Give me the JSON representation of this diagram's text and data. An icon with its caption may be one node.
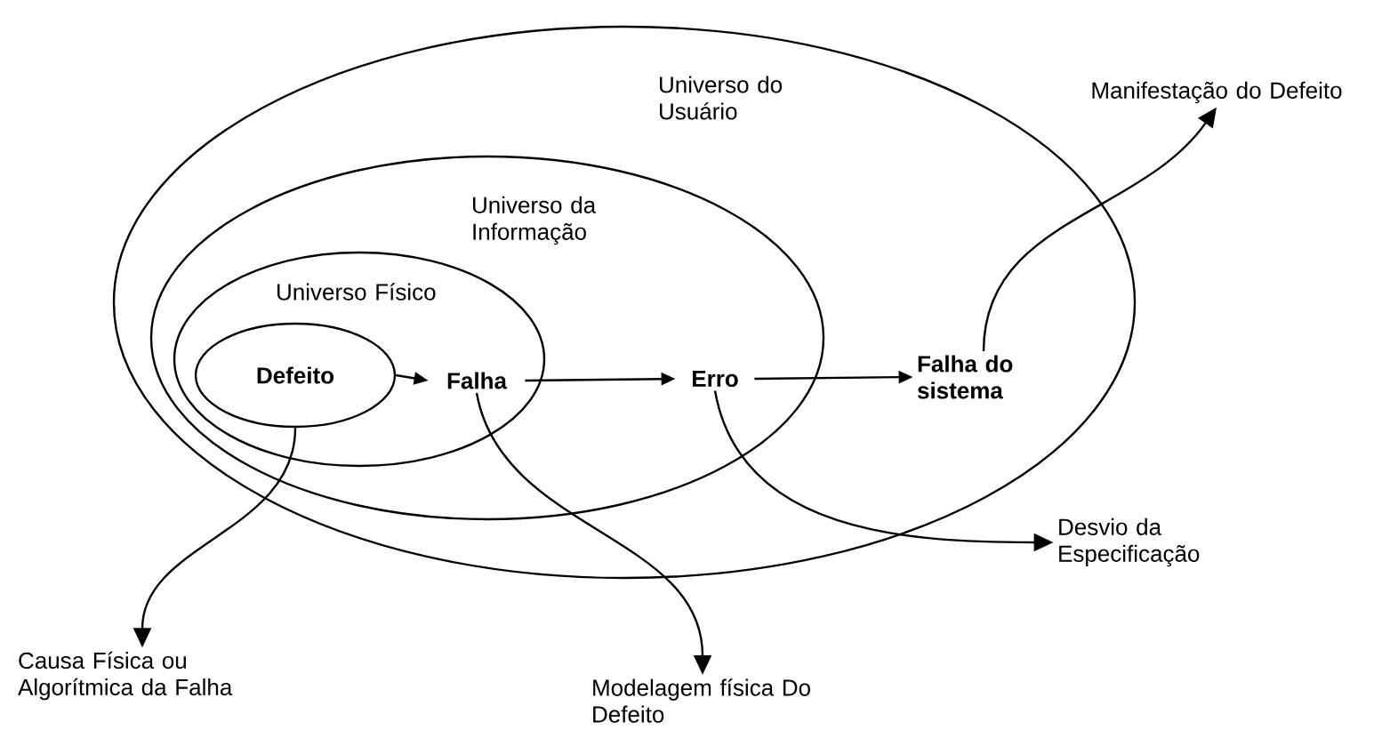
{
  "diagram": {
    "nodes": [
      {
        "text": [
          "Universo do Usuário"
        ]
      },
      {
        "text": [
          "Universo da Informação"
        ],
        "in": 0
      },
      {
        "text": [
          "Universo Físico"
        ],
        "in": 1
      },
      {
        "text": [
          "Defeito"
        ],
        "in": 2
      },
      {
        "text": [
          "Falha"
        ],
        "in": 2
      },
      {
        "text": [
          "Erro"
        ],
        "in": 1
      },
      {
        "text": [
          "Falha do sistema"
        ],
        "in": 0
      },
      {
        "text": [
          "Manifestação do Defeito"
        ]
      },
      {
        "text": [
          "Desvio da Especificação"
        ]
      },
      {
        "text": [
          "Causa Física ou Algorítmica da Falha"
        ]
      },
      {
        "text": [
          "Modelagem física Do Defeito"
        ]
      }
    ],
    "edges": [
      {
        "from": 3,
        "to": 4,
        "arrow": "to"
      },
      {
        "from": 4,
        "to": 5,
        "arrow": "to"
      },
      {
        "from": 5,
        "to": 6,
        "arrow": "to"
      },
      {
        "from": 6,
        "to": 7,
        "arrow": "to"
      },
      {
        "from": 5,
        "to": 8,
        "arrow": "to"
      },
      {
        "from": 4,
        "to": 10,
        "arrow": "to"
      },
      {
        "from": 3,
        "to": 9,
        "arrow": "to"
      }
    ]
  }
}
